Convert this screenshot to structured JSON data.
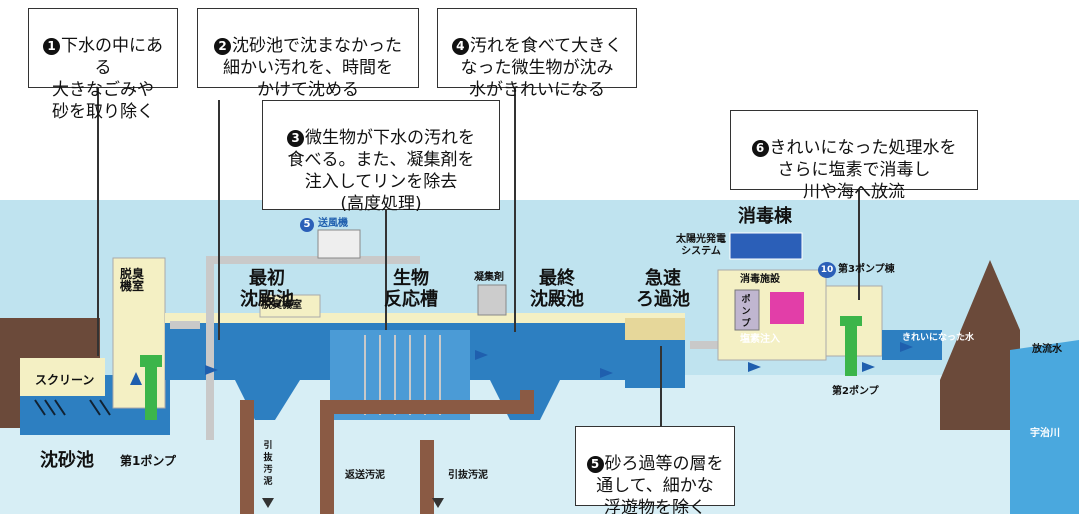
{
  "callouts": [
    {
      "num": "1",
      "text": "下水の中にある\n大きなごみや\n砂を取り除く"
    },
    {
      "num": "2",
      "text": "沈砂池で沈まなかった\n細かい汚れを、時間を\nかけて沈める"
    },
    {
      "num": "3",
      "text": "微生物が下水の汚れを\n食べる。また、凝集剤を\n注入してリンを除去\n(高度処理)"
    },
    {
      "num": "4",
      "text": "汚れを食べて大きく\nなった微生物が沈み\n水がきれいになる"
    },
    {
      "num": "5",
      "text": "砂ろ過等の層を\n通して、細かな\n浮遊物を除く"
    },
    {
      "num": "6",
      "text": "きれいになった処理水を\nさらに塩素で消毒し\n川や海へ放流"
    }
  ],
  "facilities": {
    "grit_chamber": "沈砂池",
    "screen": "スクリーン",
    "deodorize_room": "脱臭\n機室",
    "pump1": "第1ポンプ",
    "blower": "送風機",
    "deodorize_room2": "脱臭機室",
    "primary_tank": "最初\n沈殿池",
    "bioreactor": "生物\n反応槽",
    "coagulant": "凝集剤",
    "final_tank": "最終\n沈殿池",
    "rapid_filter": "急速\nろ過池",
    "disinfection_bldg": "消毒棟",
    "solar": "太陽光発電\nシステム",
    "disinfection_facility": "消毒施設",
    "pump_label": "ポンプ",
    "chlorine": "塩素注入",
    "pump3_bldg": "第3ポンプ棟",
    "pump3_num": "10",
    "pump2": "第2ポンプ",
    "clean_water": "きれいになった水",
    "discharge": "放流水",
    "river": "宇治川",
    "return_sludge": "返送汚泥",
    "excess_sludge": "引抜汚泥",
    "sludge_left": "引抜汚泥",
    "blower_num": "5"
  },
  "colors": {
    "sky": "#bfe3ef",
    "water": "#2d7fc1",
    "ground": "#6b4a3a",
    "building": "#f4f0c4",
    "pipe": "#c9c9c9",
    "sludge_pipe": "#8a5a44",
    "pump": "#3cb54a"
  }
}
